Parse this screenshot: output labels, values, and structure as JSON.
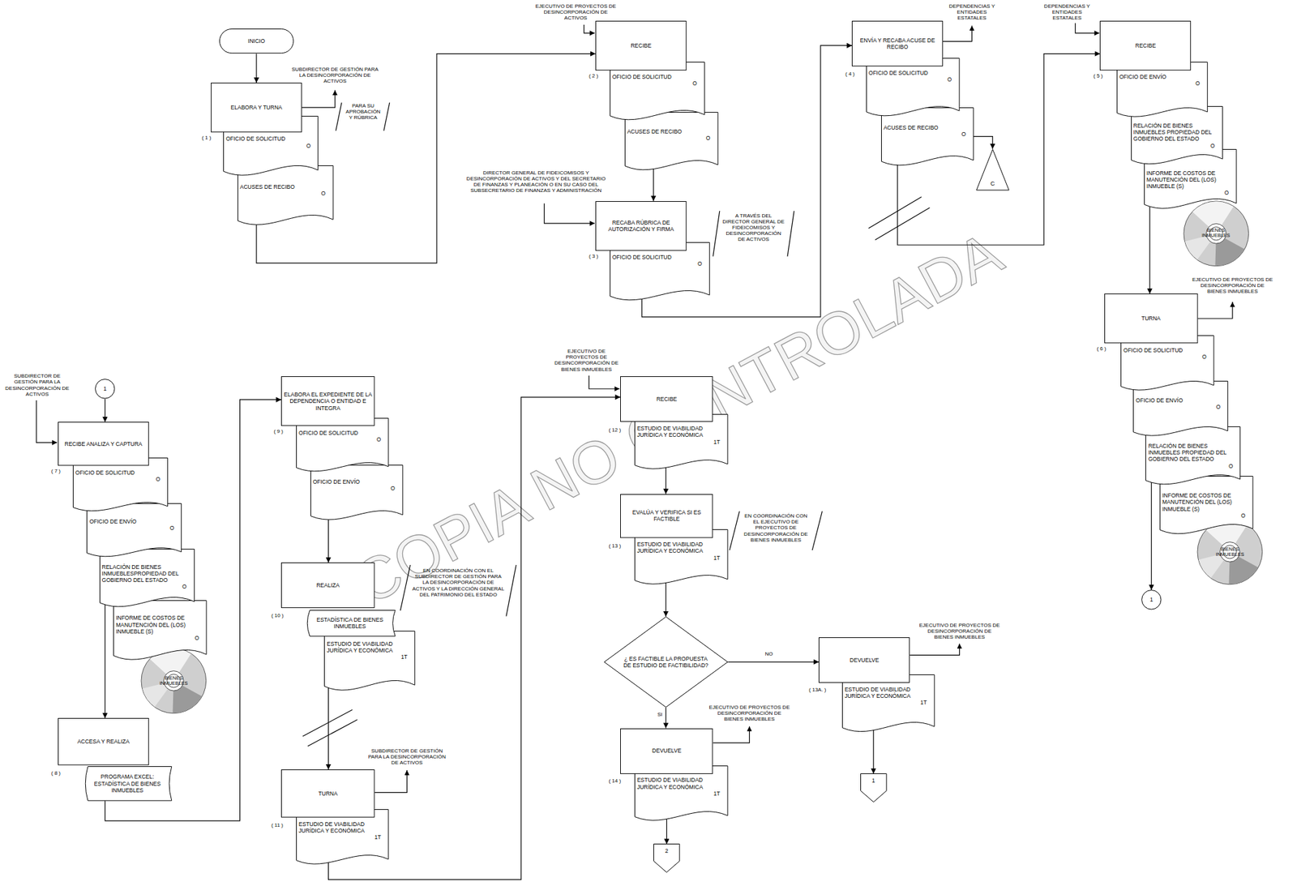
{
  "diagram": {
    "nodes": [
      {
        "text": [
          "INICIO"
        ]
      },
      {
        "text": [
          "ELABORA Y TURNA"
        ]
      },
      {
        "text": [
          "OFICIO DE SOLICITUD",
          "O"
        ]
      },
      {
        "text": [
          "ACUSES DE RECIBO",
          "O"
        ]
      },
      {
        "text": [
          "RECIBE"
        ]
      },
      {
        "text": [
          "OFICIO DE SOLICITUD",
          "O"
        ]
      },
      {
        "text": [
          "ACUSES DE RECIBO",
          "O"
        ]
      },
      {
        "text": [
          "RECABA RÚBRICA DE AUTORIZACIÓN Y FIRMA"
        ]
      },
      {
        "text": [
          "OFICIO DE SOLICITUD",
          "O"
        ]
      },
      {
        "text": [
          "ENVÍA Y RECABA ACUSE DE RECIBO"
        ]
      },
      {
        "text": [
          "OFICIO DE SOLICITUD",
          "O"
        ]
      },
      {
        "text": [
          "ACUSES DE RECIBO",
          "O"
        ]
      },
      {
        "text": [
          "C"
        ]
      },
      {
        "text": [
          "RECIBE"
        ]
      },
      {
        "text": [
          "OFICIO DE ENVÍO",
          "O"
        ]
      },
      {
        "text": [
          "RELACIÓN DE BIENES INMUEBLES PROPIEDAD DEL GOBIERNO DEL ESTADO",
          "O"
        ]
      },
      {
        "text": [
          "INFORME DE COSTOS DE MANUTENCIÓN DEL (LOS) INMUEBLE (S)",
          "O"
        ]
      },
      {
        "text": [
          "BIENES INMUEBLES"
        ]
      },
      {
        "text": [
          "TURNA"
        ]
      },
      {
        "text": [
          "OFICIO DE SOLICITUD",
          "O"
        ]
      },
      {
        "text": [
          "OFICIO DE ENVÍO",
          "O"
        ]
      },
      {
        "text": [
          "RELACIÓN DE BIENES INMUEBLES PROPIEDAD DEL GOBIERNO DEL ESTADO",
          "O"
        ]
      },
      {
        "text": [
          "INFORME DE COSTOS DE MANUTENCIÓN DEL (LOS) INMUEBLE (S)",
          "O"
        ]
      },
      {
        "text": [
          "BIENES INMUEBLES"
        ]
      },
      {
        "text": [
          "1"
        ]
      },
      {
        "text": [
          "1"
        ]
      },
      {
        "text": [
          "RECIBE ANALIZA Y CAPTURA"
        ]
      },
      {
        "text": [
          "OFICIO DE SOLICITUD",
          "O"
        ]
      },
      {
        "text": [
          "OFICIO DE ENVÍO",
          "O"
        ]
      },
      {
        "text": [
          "RELACIÓN DE BIENES INMUEBLESPROPIEDAD DEL GOBIERNO DEL ESTADO",
          "O"
        ]
      },
      {
        "text": [
          "INFORME DE COSTOS DE MANUTENCIÓN DEL (LOS) INMUEBLE (S)",
          "O"
        ]
      },
      {
        "text": [
          "BIENES INMUEBLES"
        ]
      },
      {
        "text": [
          "ACCESA Y REALIZA"
        ]
      },
      {
        "text": [
          "PROGRAMA EXCEL: ESTADÍSTICA DE BIENES INMUEBLES"
        ]
      },
      {
        "text": [
          "ELABORA EL EXPEDIENTE DE LA DEPENDENCIA O ENTIDAD E INTEGRA"
        ]
      },
      {
        "text": [
          "OFICIO DE SOLICITUD",
          "O"
        ]
      },
      {
        "text": [
          "OFICIO DE ENVÍO",
          "O"
        ]
      },
      {
        "text": [
          "REALIZA"
        ]
      },
      {
        "text": [
          "ESTADÍSTICA DE BIENES INMUEBLES"
        ]
      },
      {
        "text": [
          "ESTUDIO DE VIABILIDAD JURÍDICA Y ECONÓMICA",
          "1T"
        ]
      },
      {
        "text": [
          "TURNA"
        ]
      },
      {
        "text": [
          "ESTUDIO DE VIABILIDAD JURÍDICA Y ECONÓMICA",
          "1T"
        ]
      },
      {
        "text": [
          "RECIBE"
        ]
      },
      {
        "text": [
          "ESTUDIO DE VIABILIDAD JURÍDICA Y ECONÓMICA",
          "1T"
        ]
      },
      {
        "text": [
          "EVALÚA Y VERIFICA SI ES FACTIBLE"
        ]
      },
      {
        "text": [
          "ESTUDIO DE VIABILIDAD JURÍDICA Y ECONÓMICA",
          "1T"
        ]
      },
      {
        "text": [
          "¿ ES FACTIBLE LA PROPUESTA DE ESTUDIO DE FACTIBILIDAD?"
        ]
      },
      {
        "text": [
          "DEVUELVE"
        ]
      },
      {
        "text": [
          "ESTUDIO DE VIABILIDAD JURÍDICA Y ECONÓMICA",
          "1T"
        ]
      },
      {
        "text": [
          "1"
        ]
      },
      {
        "text": [
          "DEVUELVE"
        ]
      },
      {
        "text": [
          "ESTUDIO DE VIABILIDAD JURÍDICA Y ECONÓMICA",
          "1T"
        ]
      },
      {
        "text": [
          "2"
        ]
      }
    ],
    "edges": [
      {
        "from": 0,
        "to": 1,
        "arrow": "to"
      },
      {
        "from": 3,
        "to": 4,
        "arrow": "to"
      },
      {
        "from": 6,
        "to": 7,
        "arrow": "to"
      },
      {
        "from": 8,
        "to": 9,
        "arrow": "to"
      },
      {
        "from": 11,
        "to": 12,
        "arrow": "to"
      },
      {
        "from": 11,
        "to": 13,
        "arrow": "to"
      },
      {
        "from": 16,
        "to": 18,
        "arrow": "to"
      },
      {
        "from": 21,
        "to": 24,
        "arrow": "to"
      },
      {
        "from": 25,
        "to": 26,
        "arrow": "to"
      },
      {
        "from": 29,
        "to": 32,
        "arrow": "to"
      },
      {
        "from": 33,
        "to": 34,
        "arrow": "to"
      },
      {
        "from": 36,
        "to": 37,
        "arrow": "to"
      },
      {
        "from": 39,
        "to": 40,
        "arrow": "to"
      },
      {
        "from": 41,
        "to": 42,
        "arrow": "to"
      },
      {
        "from": 43,
        "to": 44,
        "arrow": "to"
      },
      {
        "from": 45,
        "to": 46,
        "arrow": "to"
      },
      {
        "from": 46,
        "to": 47,
        "label": "NO",
        "arrow": "to"
      },
      {
        "from": 46,
        "to": 50,
        "label": "SI",
        "arrow": "to"
      },
      {
        "from": 48,
        "to": 49,
        "arrow": "to"
      },
      {
        "from": 51,
        "to": 52,
        "arrow": "to"
      }
    ],
    "labels": [
      "( 1 )",
      "SUBDIRECTOR DE GESTIÓN PARA LA DESINCORPORACIÓN DE ACTIVOS",
      "PARA SU APROBACIÓN Y RÚBRICA",
      "( 2 )",
      "EJECUTIVO DE PROYECTOS DE DESINCORPORACIÓN DE ACTIVOS",
      "DIRECTOR GENERAL DE FIDEICOMISOS Y DESINCORPORACIÓN DE ACTIVOS Y DEL SECRETARIO DE FINANZAS Y PLANEACIÓN O EN SU CASO DEL SUBSECRETARIO DE FINANZAS Y ADMINISTRACIÓN",
      "( 3 )",
      "A TRAVÉS DEL DIRECTOR GENERAL DE FIDEICOMISOS Y DESINCORPORACIÓN DE ACTIVOS",
      "( 4 )",
      "DEPENDENCIAS Y ENTIDADES ESTATALES",
      "DEPENDENCIAS Y ENTIDADES ESTATALES",
      "( 5 )",
      "EJECUTIVO DE PROYECTOS DE DESINCORPORACIÓN DE BIENES INMUEBLES",
      "( 6 )",
      "SUBDIRECTOR DE GESTIÓN PARA LA DESINCORPORACIÓN DE ACTIVOS",
      "( 7 )",
      "( 8 )",
      "( 9 )",
      "EN COORDINACIÓN CON EL SUBDIRECTOR DE GESTIÓN PARA LA DESINCORPORACIÓN DE ACTIVOS Y LA DIRECCIÓN GENERAL DEL PATRIMONIO DEL ESTADO",
      "( 10 )",
      "( 11 )",
      "SUBDIRECTOR DE GESTIÓN PARA LA DESINCORPORACIÓN DE ACTIVOS",
      "( 12 )",
      "EJECUTIVO DE PROYECTOS DE DESINCORPORACIÓN DE BIENES INMUEBLES",
      "( 13 )",
      "EN COORDINACIÓN CON EL EJECUTIVO DE PROYECTOS DE DESINCORPORACIÓN DE BIENES INMUEBLES",
      "( 13A. )",
      "EJECUTIVO DE PROYECTOS DE DESINCORPORACIÓN DE BIENES INMUEBLES",
      "( 14 )",
      "EJECUTIVO DE PROYECTOS DE DESINCORPORACIÓN DE BIENES INMUEBLES",
      "COPIA NO CONTROLADA"
    ]
  }
}
